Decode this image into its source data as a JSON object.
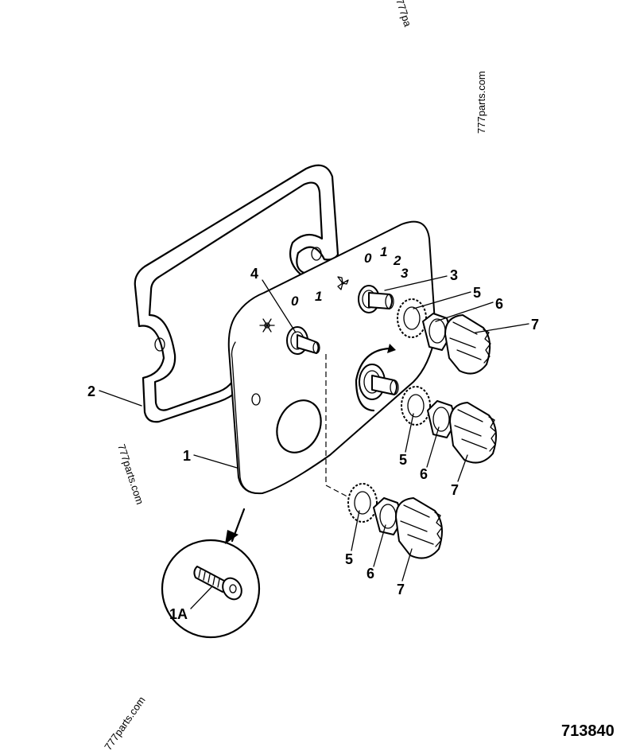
{
  "diagram": {
    "part_code": "713840",
    "watermarks": [
      "777parts.com",
      "777parts.com",
      "777parts.com",
      "777pa"
    ],
    "dial_scale_fan": [
      "0",
      "1",
      "2",
      "3"
    ],
    "dial_scale_heater": [
      "0",
      "1"
    ],
    "callouts": {
      "gasket": "2",
      "panel": "1",
      "screw_detail": "1A",
      "switch_left": "4",
      "switch_top": "3",
      "washer_top": "5",
      "nut_top": "6",
      "knob_top": "7",
      "washer_mid": "5",
      "nut_mid": "6",
      "knob_mid": "7",
      "washer_bot": "5",
      "nut_bot": "6",
      "knob_bot": "7"
    },
    "icons": [
      "snowflake-icon",
      "fan-icon"
    ]
  }
}
